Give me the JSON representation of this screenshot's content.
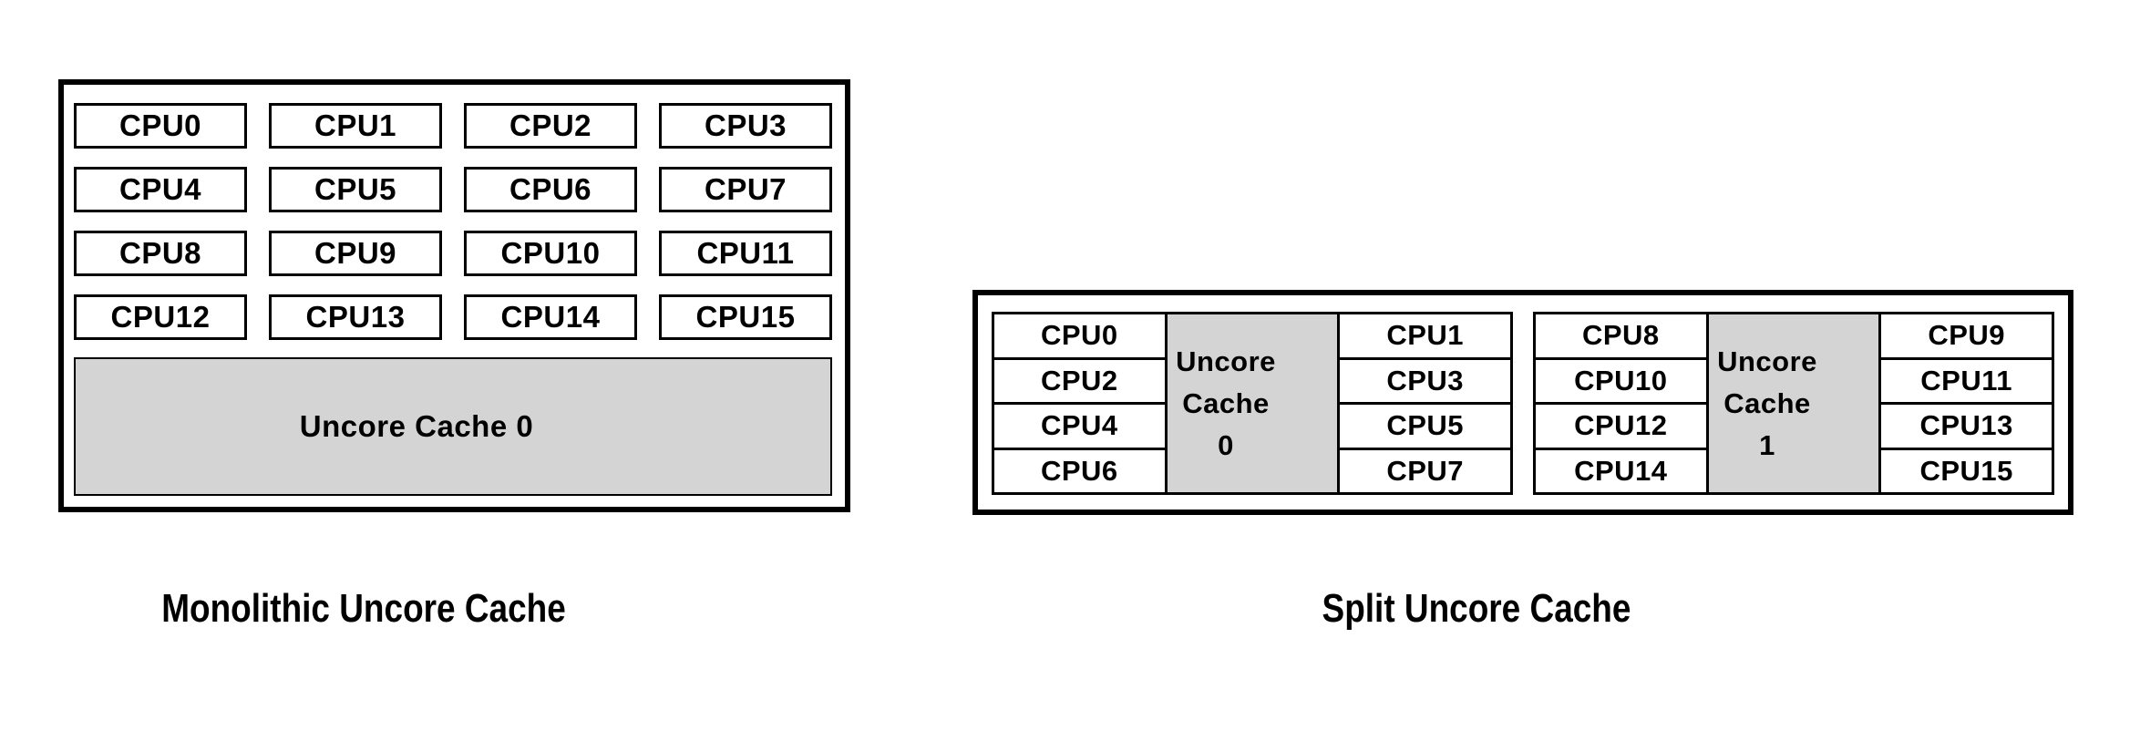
{
  "colors": {
    "border": "#000000",
    "cache_fill": "#d4d4d4",
    "background": "#ffffff",
    "text": "#000000"
  },
  "monolithic": {
    "caption": "Monolithic Uncore Cache",
    "cpus": [
      "CPU0",
      "CPU1",
      "CPU2",
      "CPU3",
      "CPU4",
      "CPU5",
      "CPU6",
      "CPU7",
      "CPU8",
      "CPU9",
      "CPU10",
      "CPU11",
      "CPU12",
      "CPU13",
      "CPU14",
      "CPU15"
    ],
    "cache_label": "Uncore Cache 0"
  },
  "split": {
    "caption": "Split Uncore Cache",
    "clusters": [
      {
        "left_cpus": [
          "CPU0",
          "CPU2",
          "CPU4",
          "CPU6"
        ],
        "cache_lines": [
          "Uncore",
          "Cache",
          "0"
        ],
        "right_cpus": [
          "CPU1",
          "CPU3",
          "CPU5",
          "CPU7"
        ]
      },
      {
        "left_cpus": [
          "CPU8",
          "CPU10",
          "CPU12",
          "CPU14"
        ],
        "cache_lines": [
          "Uncore",
          "Cache",
          "1"
        ],
        "right_cpus": [
          "CPU9",
          "CPU11",
          "CPU13",
          "CPU15"
        ]
      }
    ]
  }
}
